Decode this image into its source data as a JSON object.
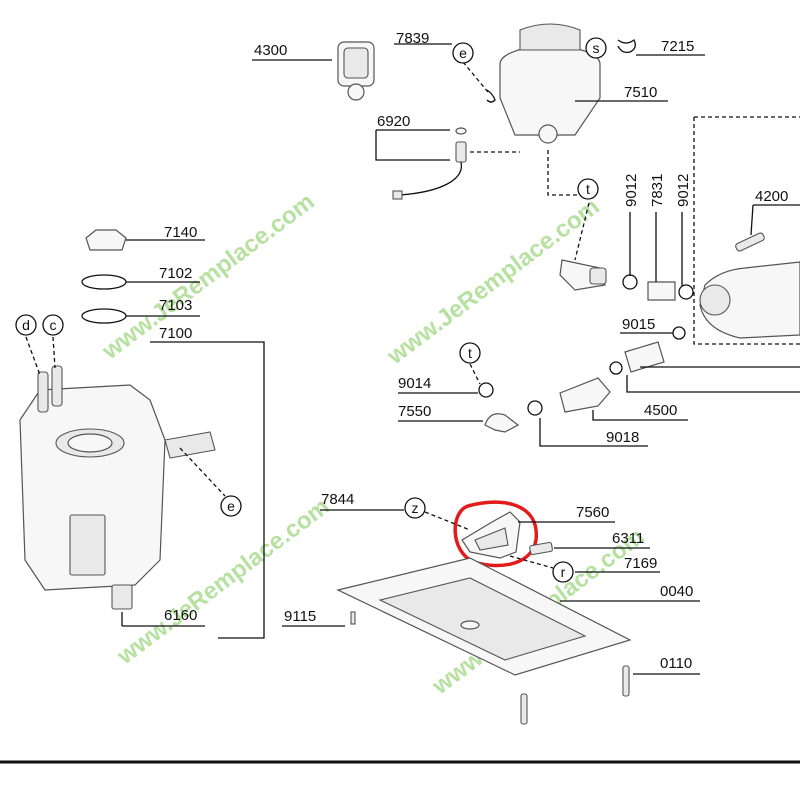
{
  "parts": [
    {
      "id": "p4300",
      "label": "4300"
    },
    {
      "id": "p7839",
      "label": "7839"
    },
    {
      "id": "p7215",
      "label": "7215"
    },
    {
      "id": "p7510",
      "label": "7510"
    },
    {
      "id": "p6920",
      "label": "6920"
    },
    {
      "id": "p9012a",
      "label": "9012"
    },
    {
      "id": "p7831",
      "label": "7831"
    },
    {
      "id": "p9012b",
      "label": "9012"
    },
    {
      "id": "p4200",
      "label": "4200"
    },
    {
      "id": "p7140",
      "label": "7140"
    },
    {
      "id": "p7102",
      "label": "7102"
    },
    {
      "id": "p7103",
      "label": "7103"
    },
    {
      "id": "p7100",
      "label": "7100"
    },
    {
      "id": "p9015",
      "label": "9015"
    },
    {
      "id": "p9014",
      "label": "9014"
    },
    {
      "id": "p7550",
      "label": "7550"
    },
    {
      "id": "p4500",
      "label": "4500"
    },
    {
      "id": "p9018",
      "label": "9018"
    },
    {
      "id": "p7844",
      "label": "7844"
    },
    {
      "id": "p7560",
      "label": "7560"
    },
    {
      "id": "p6311",
      "label": "6311"
    },
    {
      "id": "p7169",
      "label": "7169"
    },
    {
      "id": "p0040",
      "label": "0040"
    },
    {
      "id": "p9115",
      "label": "9115"
    },
    {
      "id": "p6160",
      "label": "6160"
    },
    {
      "id": "p0110",
      "label": "0110"
    }
  ],
  "connectors": [
    {
      "id": "c_e_top",
      "letter": "e"
    },
    {
      "id": "c_s_top",
      "letter": "s"
    },
    {
      "id": "c_t_top",
      "letter": "t"
    },
    {
      "id": "c_d",
      "letter": "d"
    },
    {
      "id": "c_c",
      "letter": "c"
    },
    {
      "id": "c_t_mid",
      "letter": "t"
    },
    {
      "id": "c_e_mid",
      "letter": "e"
    },
    {
      "id": "c_z",
      "letter": "z"
    },
    {
      "id": "c_r",
      "letter": "r"
    }
  ],
  "watermark": "www.JeRemplace.com",
  "colors": {
    "watermark": "#a9dc8f",
    "highlight": "#e31b1b",
    "lines": "#111111"
  }
}
